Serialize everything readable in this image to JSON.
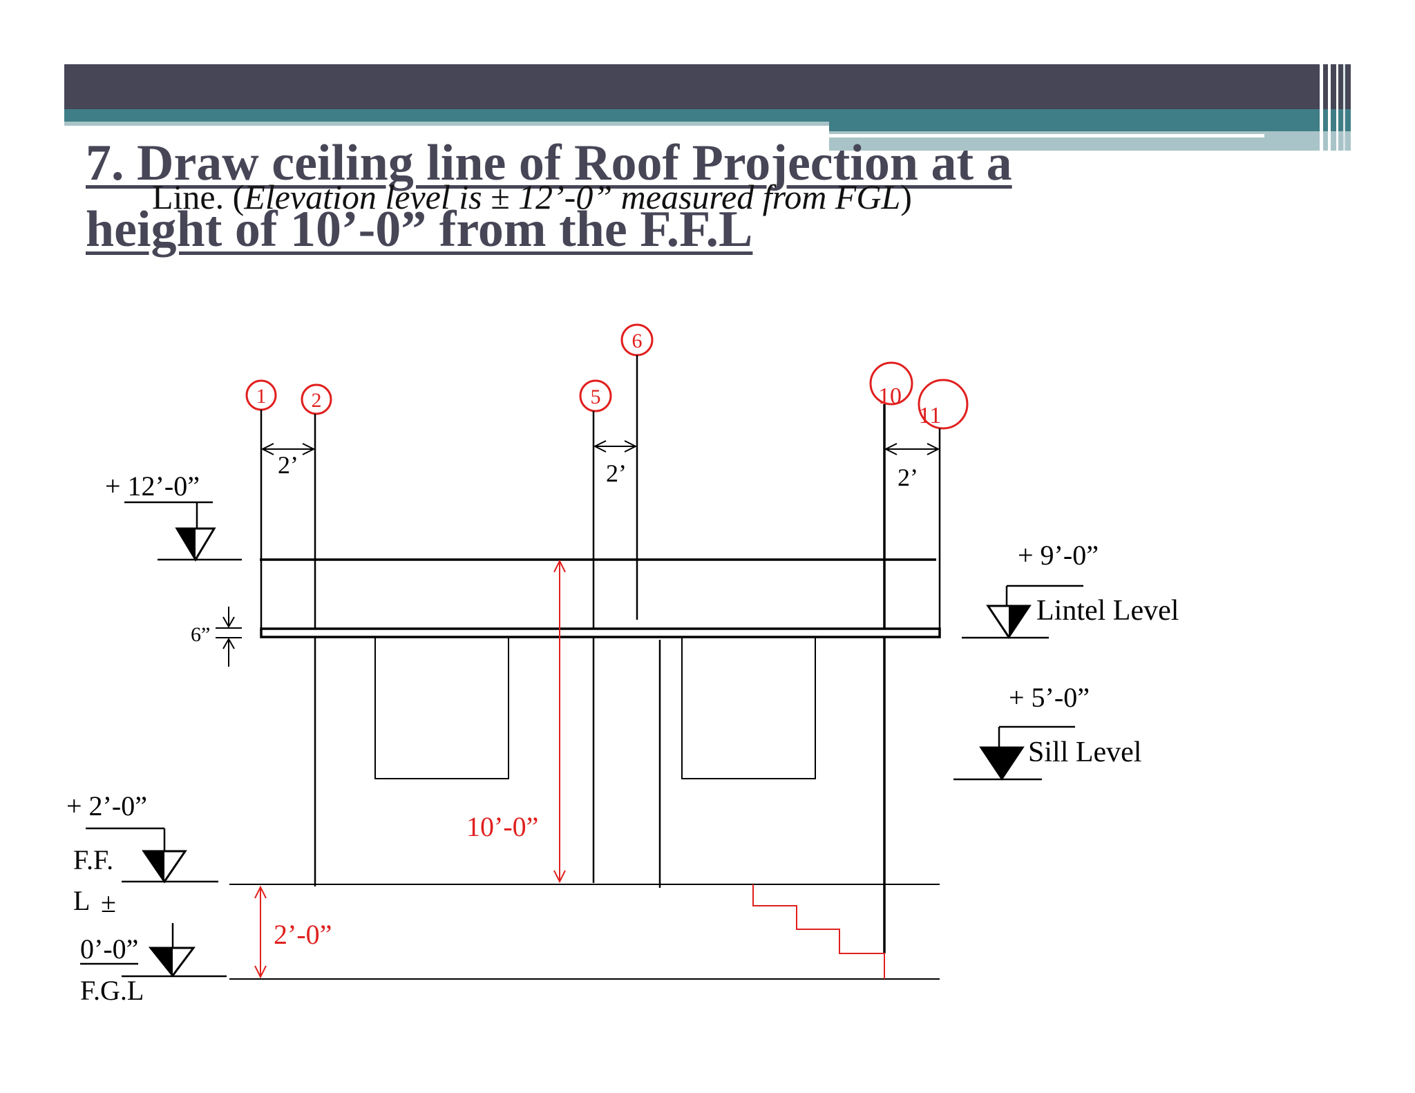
{
  "slide": {
    "number": "7.",
    "title_line1": "Draw ceiling line of Roof Projection at a",
    "title_line2": "height of 10’-0” from the F.F.L",
    "note_prefix": "Line. (",
    "note_italic": "Elevation level is ± 12’-0” measured from FGL",
    "note_suffix": ")"
  },
  "drawing": {
    "markers": [
      "1",
      "2",
      "5",
      "6",
      "10",
      "11"
    ],
    "spacing_labels": [
      "2’",
      "2’",
      "2’"
    ],
    "levels": {
      "top": "+ 12’-0”",
      "lintel_value": "+ 9’-0”",
      "lintel_name": "Lintel Level",
      "sill_value": "+ 5’-0”",
      "sill_name": "Sill Level",
      "ffl_value": "+ 2’-0”",
      "ffl_name_1": "F.F.",
      "ffl_name_2": "L",
      "fgl_pm": "±",
      "fgl_value": "0’-0”",
      "fgl_name": "F.G.L"
    },
    "slab_thickness": "6”",
    "dim_height": "10’-0”",
    "dim_plinth": "2’-0”"
  },
  "colors": {
    "header_dark": "#464657",
    "header_teal": "#3f7e86",
    "header_light": "#a9c4c8",
    "annotation_red": "#e0201e"
  }
}
